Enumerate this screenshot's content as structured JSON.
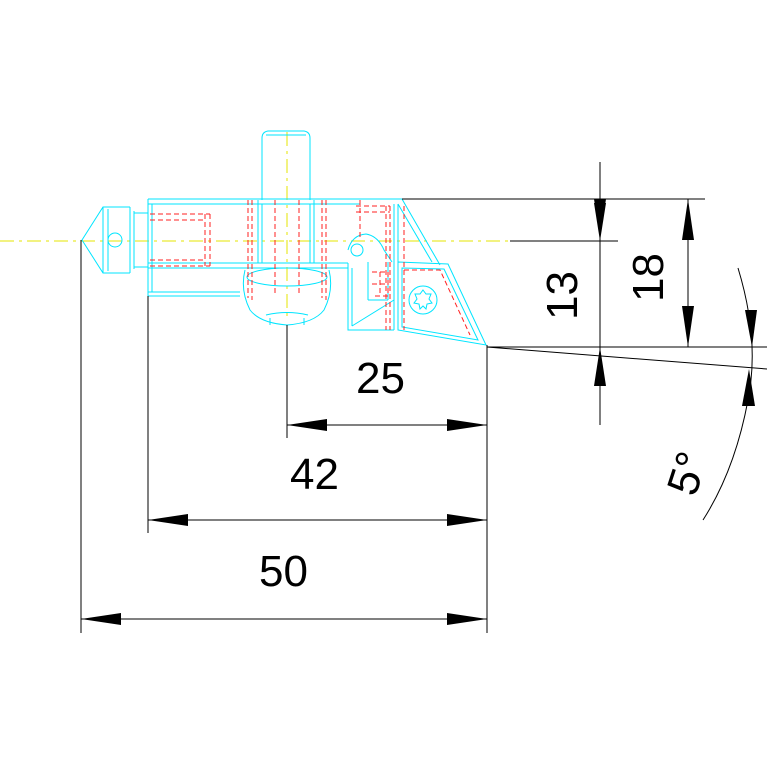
{
  "colors": {
    "background": "#ffffff",
    "outline": "#00e5ff",
    "hidden": "#ff2020",
    "centerline": "#e6e600",
    "dimension": "#000000"
  },
  "dimensions": {
    "d25": "25",
    "d42": "42",
    "d50": "50",
    "d13": "13",
    "d18": "18",
    "angle": "5°"
  }
}
